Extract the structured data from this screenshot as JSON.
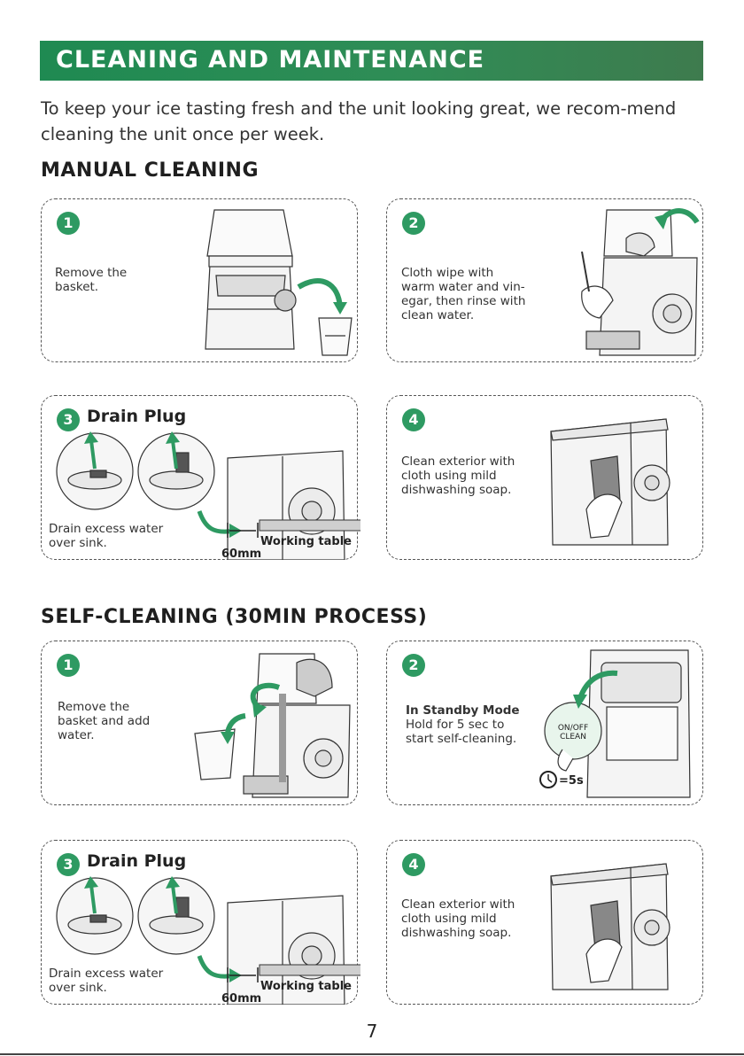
{
  "header": {
    "title": "CLEANING AND MAINTENANCE"
  },
  "intro": "To keep your ice tasting fresh and the unit looking great, we recom-mend cleaning the unit once per week.",
  "manual": {
    "title": "MANUAL CLEANING",
    "steps": [
      {
        "num": "1",
        "text": "Remove the\nbasket."
      },
      {
        "num": "2",
        "text": "Cloth wipe with\nwarm water and vin-\negar, then rinse with\nclean water."
      },
      {
        "num": "3",
        "title": "Drain Plug",
        "text": "Drain excess water\nover sink.",
        "table_label": "Working table",
        "distance": "60mm"
      },
      {
        "num": "4",
        "text": "Clean exterior with\ncloth using mild\ndishwashing soap."
      }
    ]
  },
  "self": {
    "title": "SELF-CLEANING (30MIN PROCESS)",
    "steps": [
      {
        "num": "1",
        "text": "Remove the\nbasket and add\nwater."
      },
      {
        "num": "2",
        "mode": "In Standby Mode",
        "text": "Hold for 5 sec to\nstart self-cleaning.",
        "button_line1": "ON/OFF",
        "button_line2": "CLEAN",
        "timer": "=5s"
      },
      {
        "num": "3",
        "title": "Drain Plug",
        "text": "Drain excess water\nover sink.",
        "table_label": "Working table",
        "distance": "60mm"
      },
      {
        "num": "4",
        "text": "Clean exterior with\ncloth using mild\ndishwashing soap."
      }
    ]
  },
  "page_number": "7",
  "colors": {
    "accent": "#2e9a62",
    "banner": "#2f8d56"
  }
}
